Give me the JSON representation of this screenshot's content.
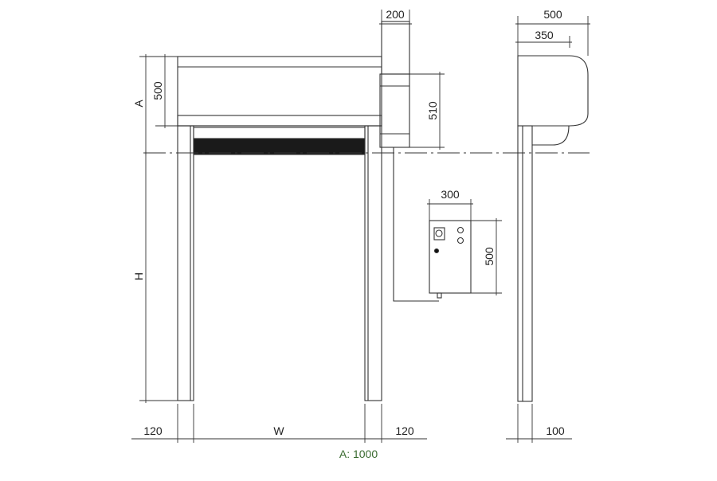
{
  "dimensions": {
    "motor_width": "200",
    "side_depth": "500",
    "side_inner": "350",
    "box_height": "500",
    "motor_height": "510",
    "control_width": "300",
    "control_height": "500",
    "a_label": "A",
    "h_label": "H",
    "w_label": "W",
    "post_left": "120",
    "post_right": "120",
    "side_post": "100"
  },
  "note": "A: 1000",
  "colors": {
    "line": "#333333",
    "curtain": "#1a1a1a",
    "note": "#3a6b30"
  }
}
